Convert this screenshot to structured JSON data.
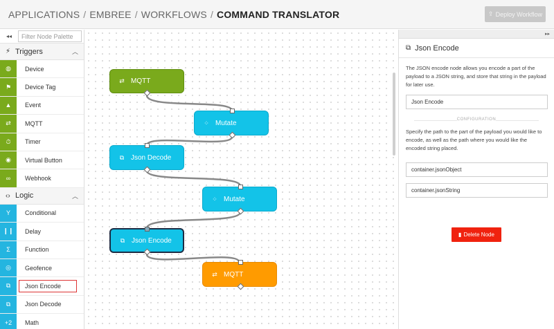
{
  "header": {
    "breadcrumb": [
      "APPLICATIONS",
      "EMBREE",
      "WORKFLOWS"
    ],
    "current": "COMMAND TRANSLATOR",
    "separator": "/",
    "deploy_label": "Deploy Workflow",
    "deploy_icon": "upload-icon"
  },
  "palette": {
    "filter_placeholder": "Filter Node Palette",
    "collapse_icon": "◂◂",
    "sections": [
      {
        "label": "Triggers",
        "icon": "⚡",
        "items": [
          {
            "label": "Device",
            "icon": "◍"
          },
          {
            "label": "Device Tag",
            "icon": "⚑"
          },
          {
            "label": "Event",
            "icon": "▲"
          },
          {
            "label": "MQTT",
            "icon": "⇄"
          },
          {
            "label": "Timer",
            "icon": "⏱"
          },
          {
            "label": "Virtual Button",
            "icon": "◉"
          },
          {
            "label": "Webhook",
            "icon": "∞"
          }
        ]
      },
      {
        "label": "Logic",
        "icon": "‹›",
        "items": [
          {
            "label": "Conditional",
            "icon": "Y"
          },
          {
            "label": "Delay",
            "icon": "❙❙"
          },
          {
            "label": "Function",
            "icon": "Σ"
          },
          {
            "label": "Geofence",
            "icon": "◎"
          },
          {
            "label": "Json Encode",
            "icon": "⧉"
          },
          {
            "label": "Json Decode",
            "icon": "⧉"
          },
          {
            "label": "Math",
            "icon": "+2"
          }
        ]
      }
    ]
  },
  "canvas": {
    "nodes": [
      {
        "label": "MQTT",
        "icon": "⇄"
      },
      {
        "label": "Mutate",
        "icon": "⁘"
      },
      {
        "label": "Json Decode",
        "icon": "⧉"
      },
      {
        "label": "Mutate",
        "icon": "⁘"
      },
      {
        "label": "Json Encode",
        "icon": "⧉"
      },
      {
        "label": "MQTT",
        "icon": "⇄"
      }
    ]
  },
  "panel": {
    "collapse_icon": "▸▸",
    "title": "Json Encode",
    "title_icon": "⧉",
    "description": "The JSON encode node allows you encode a part of the payload to a JSON string, and store that string in the payload for later use.",
    "name_value": "Json Encode",
    "config_label": "CONFIGURATION",
    "config_description": "Specify the path to the part of the payload you would like to encode, as well as the path where you would like the encoded string placed.",
    "source_path": "container.jsonObject",
    "dest_path": "container.jsonString",
    "delete_label": "Delete Node",
    "delete_icon": "▮"
  },
  "colors": {
    "trigger": "#7aaa1c",
    "logic": "#24b5e0",
    "node_blue": "#13c3e8",
    "node_orange": "#ff9b00",
    "delete": "#f0220f"
  }
}
